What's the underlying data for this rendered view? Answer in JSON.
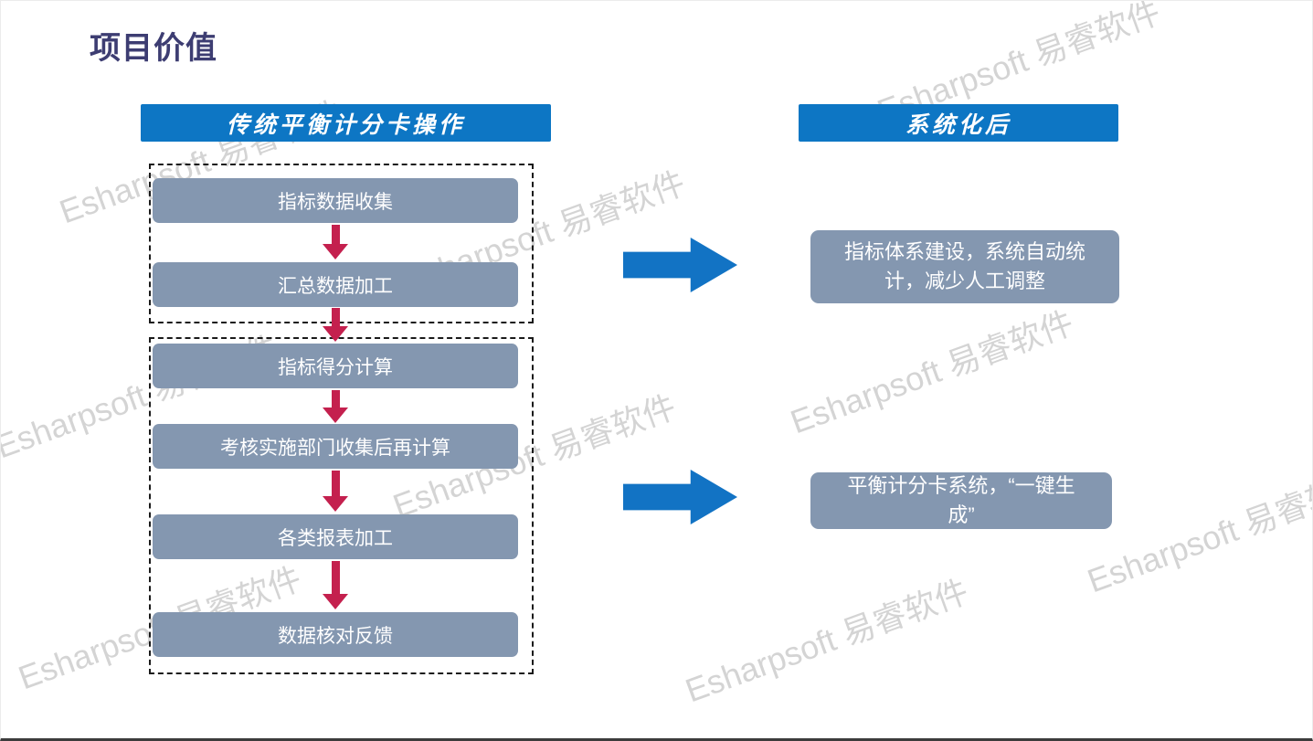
{
  "page": {
    "title": "项目价值"
  },
  "watermark": {
    "text": "Esharpsoft 易睿软件"
  },
  "left_column": {
    "header": "传统平衡计分卡操作",
    "group1_steps": [
      "指标数据收集",
      "汇总数据加工"
    ],
    "group2_steps": [
      "指标得分计算",
      "考核实施部门收集后再计算",
      "各类报表加工",
      "数据核对反馈"
    ]
  },
  "right_column": {
    "header": "系统化后",
    "result1": "指标体系建设，系统自动统计，减少人工调整",
    "result2": "平衡计分卡系统，“一键生成”"
  },
  "colors": {
    "header_blue": "#0d76c4",
    "box_gray": "#8497b0",
    "arrow_red": "#c4204e",
    "arrow_blue": "#1273c4",
    "title": "#3d3d72"
  }
}
